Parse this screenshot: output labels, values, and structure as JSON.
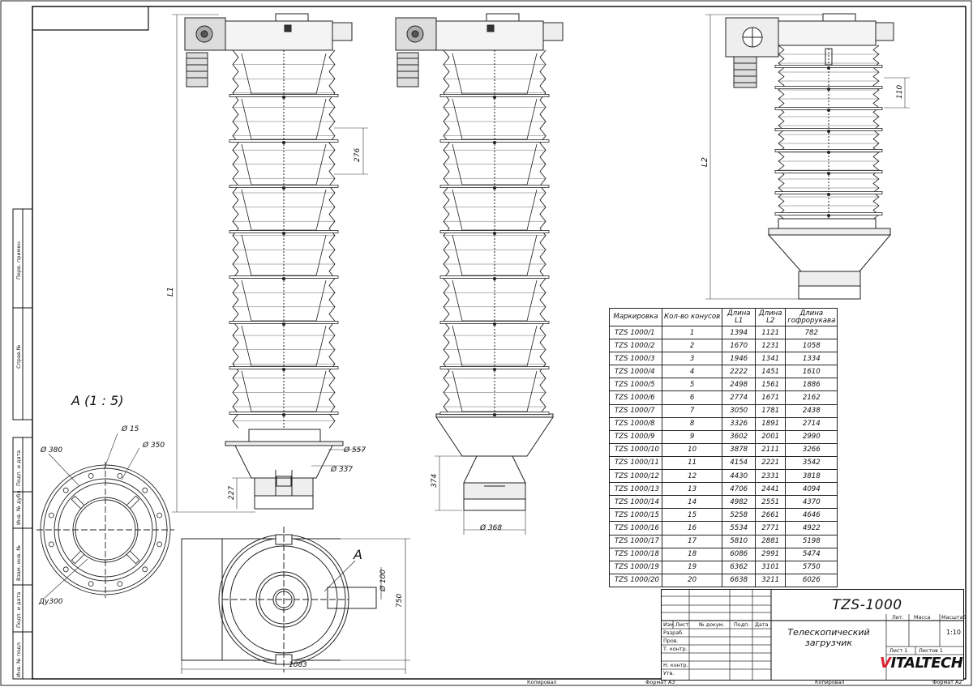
{
  "dims": {
    "L1": "L1",
    "L2": "L2",
    "d276": "276",
    "d227": "227",
    "d374": "374",
    "d110": "110",
    "dia557": "Ø 557",
    "dia337": "Ø 337",
    "dia368": "Ø 368",
    "dia100": "Ø 100",
    "d750": "750",
    "d1083": "1083",
    "section": "A",
    "detail": {
      "title": "A (1 : 5)",
      "dia380": "Ø 380",
      "dia15": "Ø 15",
      "dia350": "Ø 350",
      "du300": "Ду300"
    }
  },
  "side_stamp": {
    "perv": "Перв. примен.",
    "sprav": "Справ.№",
    "podp1": "Подп. и дата",
    "inv_dubl": "Инв. № дубл.",
    "vzam": "Взам. инв. №",
    "podp2": "Подп. и дата",
    "inv_podl": "Инв. № подл."
  },
  "table": {
    "headers": [
      "Маркировка",
      "Кол-во конусов",
      "Длина L1",
      "Длина L2",
      "Длина гофрорукава"
    ],
    "rows": [
      [
        "TZS 1000/1",
        "1",
        "1394",
        "1121",
        "782"
      ],
      [
        "TZS 1000/2",
        "2",
        "1670",
        "1231",
        "1058"
      ],
      [
        "TZS 1000/3",
        "3",
        "1946",
        "1341",
        "1334"
      ],
      [
        "TZS 1000/4",
        "4",
        "2222",
        "1451",
        "1610"
      ],
      [
        "TZS 1000/5",
        "5",
        "2498",
        "1561",
        "1886"
      ],
      [
        "TZS 1000/6",
        "6",
        "2774",
        "1671",
        "2162"
      ],
      [
        "TZS 1000/7",
        "7",
        "3050",
        "1781",
        "2438"
      ],
      [
        "TZS 1000/8",
        "8",
        "3326",
        "1891",
        "2714"
      ],
      [
        "TZS 1000/9",
        "9",
        "3602",
        "2001",
        "2990"
      ],
      [
        "TZS 1000/10",
        "10",
        "3878",
        "2111",
        "3266"
      ],
      [
        "TZS 1000/11",
        "11",
        "4154",
        "2221",
        "3542"
      ],
      [
        "TZS 1000/12",
        "12",
        "4430",
        "2331",
        "3818"
      ],
      [
        "TZS 1000/13",
        "13",
        "4706",
        "2441",
        "4094"
      ],
      [
        "TZS 1000/14",
        "14",
        "4982",
        "2551",
        "4370"
      ],
      [
        "TZS 1000/15",
        "15",
        "5258",
        "2661",
        "4646"
      ],
      [
        "TZS 1000/16",
        "16",
        "5534",
        "2771",
        "4922"
      ],
      [
        "TZS 1000/17",
        "17",
        "5810",
        "2881",
        "5198"
      ],
      [
        "TZS 1000/18",
        "18",
        "6086",
        "2991",
        "5474"
      ],
      [
        "TZS 1000/19",
        "19",
        "6362",
        "3101",
        "5750"
      ],
      [
        "TZS 1000/20",
        "20",
        "6638",
        "3211",
        "6026"
      ]
    ]
  },
  "title_block": {
    "code": "TZS-1000",
    "name": "Телескопический загрузчик",
    "col_izm": "Изм.",
    "col_list": "Лист",
    "col_doc": "№ докум.",
    "col_podp": "Подп.",
    "col_data": "Дата",
    "razrab": "Разраб.",
    "prov": "Пров.",
    "tkontr": "Т. контр.",
    "nkontr": "Н. контр.",
    "utv": "Утв.",
    "lit": "Лит.",
    "massa": "Масса",
    "masshtab": "Масштаб",
    "scale": "1:10",
    "sheet": "Лист 1",
    "sheets": "Листов 1"
  },
  "footer": {
    "kopir1": "Копировал",
    "format1": "Формат А3",
    "kopir2": "Копировал",
    "format2": "Формат А2"
  },
  "logo": {
    "v": "V",
    "rest": "ITALTECH"
  }
}
